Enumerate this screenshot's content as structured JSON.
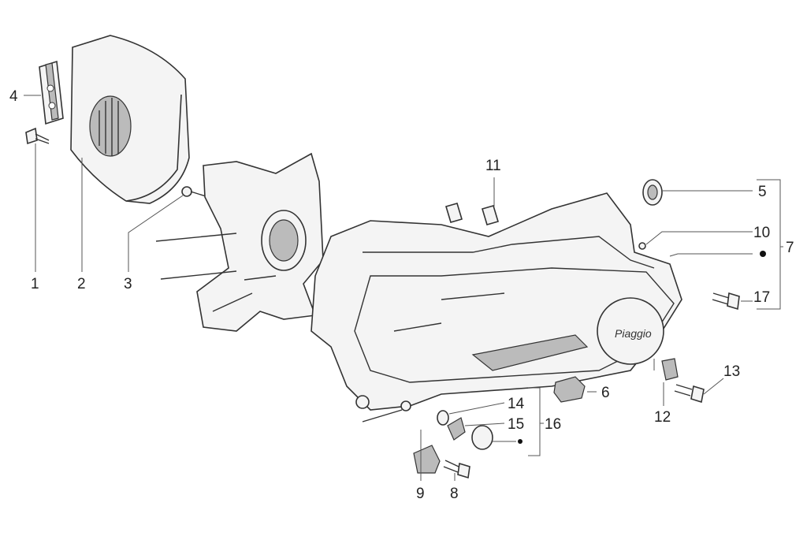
{
  "diagram": {
    "title": "Crankcase exploded view",
    "labels": {
      "p1": "1",
      "p2": "2",
      "p3": "3",
      "p4": "4",
      "p5": "5",
      "p6": "6",
      "p7": "7",
      "p8": "8",
      "p9": "9",
      "p10": "10",
      "p11": "11",
      "p12": "12",
      "p13": "13",
      "p14": "14",
      "p15": "15",
      "p16": "16",
      "p17": "17"
    },
    "logo_text": "Piaggio"
  }
}
